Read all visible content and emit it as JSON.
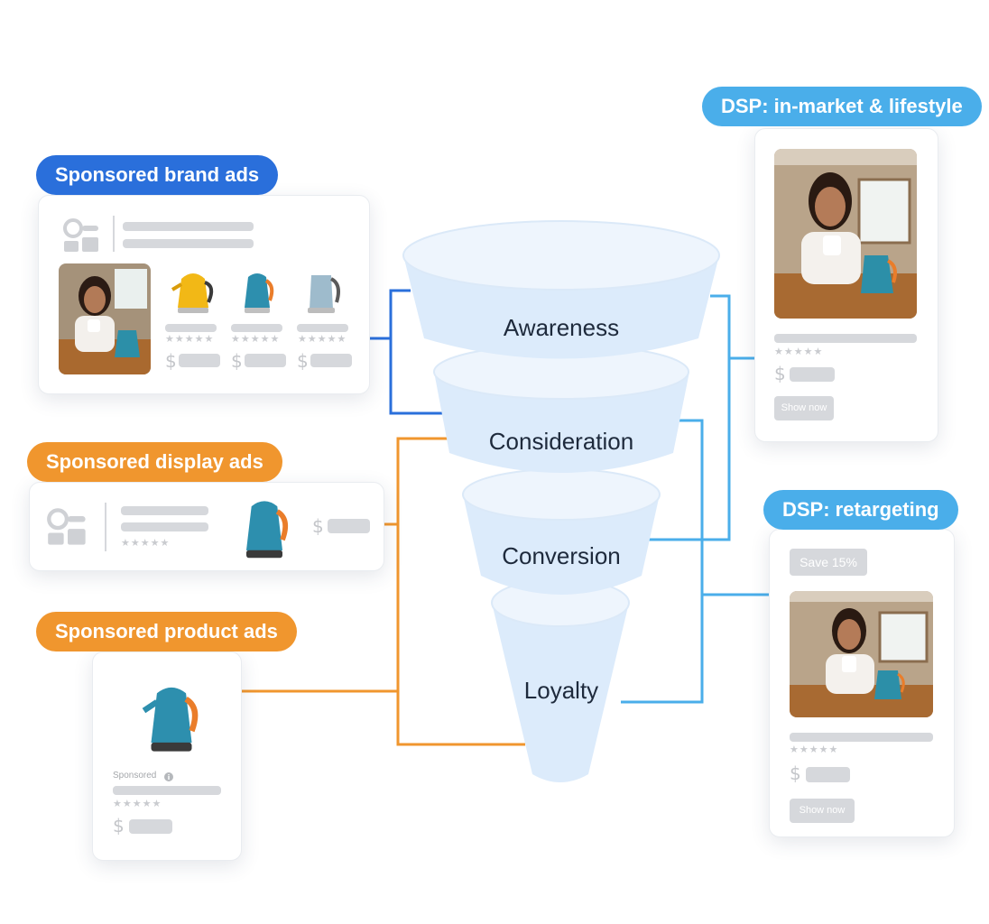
{
  "funnel": {
    "stages": [
      "Awareness",
      "Consideration",
      "Conversion",
      "Loyalty"
    ]
  },
  "channels": {
    "brand": "Sponsored brand ads",
    "display": "Sponsored display ads",
    "product": "Sponsored product ads",
    "dsp_inmarket": "DSP: in-market & lifestyle",
    "dsp_retargeting": "DSP: retargeting"
  },
  "cards": {
    "product_sponsored_label": "Sponsored",
    "price_symbol": "$",
    "dsp_inmarket_button": "Show now",
    "dsp_retargeting_badge": "Save 15%",
    "dsp_retargeting_button": "Show now"
  },
  "colors": {
    "brand_blue": "#2a6fdb",
    "orange": "#f0962e",
    "light_blue": "#4aaeea",
    "funnel_fill": "#dcebfb",
    "funnel_rim": "#eef5fd",
    "text_dark": "#1e2a3c",
    "placeholder_grey": "#d6d8dc"
  }
}
